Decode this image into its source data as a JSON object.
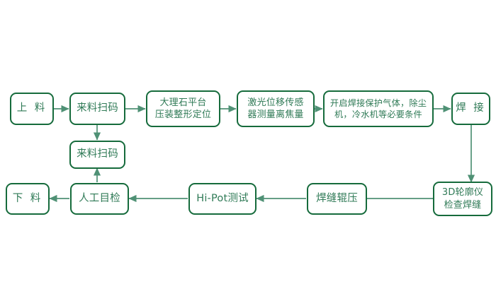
{
  "diagram": {
    "title": "Laser Welding Production Process Flowchart",
    "type": "process-flowchart",
    "background_color": "#ffffff",
    "border_color": "#166b3c",
    "text_color": "#2f7a56",
    "connector_color": "#4f9175",
    "rows": [
      {
        "name": "row-1",
        "nodes": [
          {
            "id": "n1",
            "label": "上 料"
          },
          {
            "id": "n2",
            "label": "来料扫码"
          },
          {
            "id": "n3",
            "label": "大理石平台\n压装整形定位"
          },
          {
            "id": "n4",
            "label": "激光位移传感\n器测量离焦量"
          },
          {
            "id": "n5",
            "label": "开启焊接保护气体，除尘\n机，冷水机等必要条件"
          },
          {
            "id": "n6",
            "label": "焊 接"
          }
        ]
      },
      {
        "name": "row-2",
        "nodes": [
          {
            "id": "n7",
            "label": "来料扫码"
          }
        ]
      },
      {
        "name": "row-3",
        "nodes": [
          {
            "id": "n8",
            "label": "下 料"
          },
          {
            "id": "n9",
            "label": "人工目检"
          },
          {
            "id": "n10",
            "label": "Hi-Pot测试"
          },
          {
            "id": "n11",
            "label": "焊缝辊压"
          },
          {
            "id": "n12",
            "label": "3D轮廓仪\n检查焊缝"
          }
        ]
      }
    ],
    "connections": [
      {
        "from": "n1",
        "to": "n2",
        "direction": "right"
      },
      {
        "from": "n2",
        "to": "n3",
        "direction": "right"
      },
      {
        "from": "n3",
        "to": "n4",
        "direction": "right"
      },
      {
        "from": "n4",
        "to": "n5",
        "direction": "right"
      },
      {
        "from": "n5",
        "to": "n6",
        "direction": "right"
      },
      {
        "from": "n2",
        "to": "n7",
        "direction": "down"
      },
      {
        "from": "n6",
        "to": "n12",
        "direction": "down"
      },
      {
        "from": "n12",
        "to": "n11",
        "direction": "left"
      },
      {
        "from": "n11",
        "to": "n10",
        "direction": "left"
      },
      {
        "from": "n10",
        "to": "n9",
        "direction": "left"
      },
      {
        "from": "n9",
        "to": "n8",
        "direction": "left"
      },
      {
        "from": "n9",
        "to": "n7",
        "direction": "up"
      }
    ]
  }
}
